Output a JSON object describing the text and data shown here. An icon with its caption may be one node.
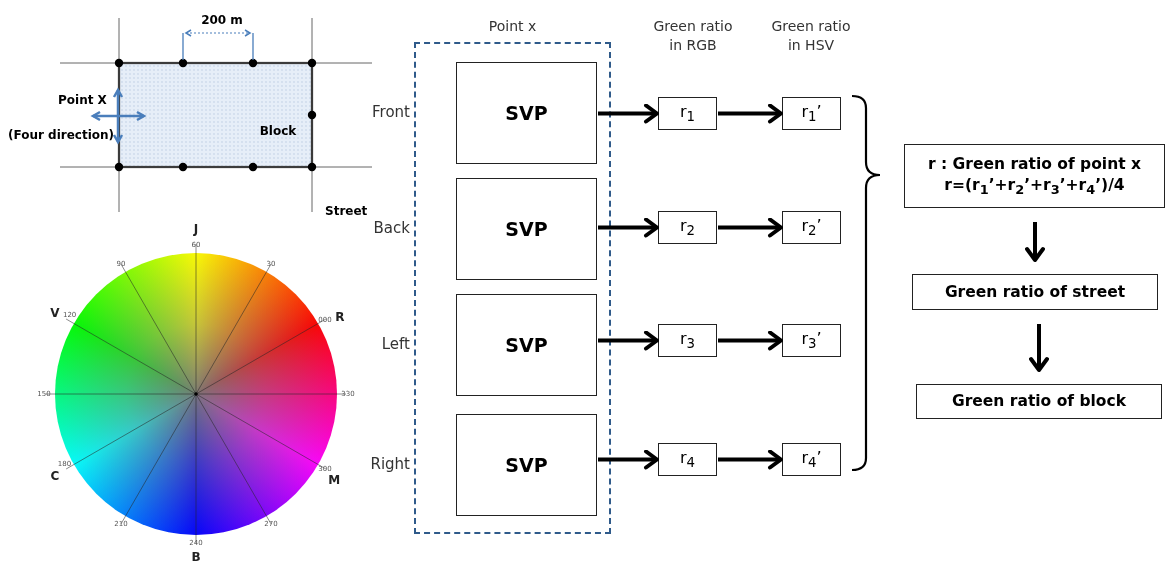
{
  "diagram": {
    "nodes": [
      {
        "text": [
          "Point x"
        ]
      },
      {
        "text": [
          "SVP"
        ],
        "in": 0,
        "beside": [
          "Front"
        ]
      },
      {
        "text": [
          "SVP"
        ],
        "in": 0,
        "beside": [
          "Back"
        ]
      },
      {
        "text": [
          "SVP"
        ],
        "in": 0,
        "beside": [
          "Left"
        ]
      },
      {
        "text": [
          "SVP"
        ],
        "in": 0,
        "beside": [
          "Right"
        ]
      },
      {
        "text": [
          "r$_{1}$"
        ]
      },
      {
        "text": [
          "r$_{1}$’"
        ]
      },
      {
        "text": [
          "r$_{2}$"
        ]
      },
      {
        "text": [
          "r$_{2}$’"
        ]
      },
      {
        "text": [
          "r$_{3}$"
        ]
      },
      {
        "text": [
          "r$_{3}$’"
        ]
      },
      {
        "text": [
          "r$_{4}$"
        ]
      },
      {
        "text": [
          "r$_{4}$’"
        ]
      },
      {
        "text": [
          "r : Green ratio of point x",
          "r=(r$_{1}$’+r$_{2}$’+r$_{3}$’+r$_{4}$’)/4"
        ]
      },
      {
        "text": [
          "Green ratio of street"
        ]
      },
      {
        "text": [
          "Green ratio of block"
        ]
      }
    ],
    "edges": [
      {
        "from": 1,
        "to": 5,
        "arrow": "to"
      },
      {
        "from": 5,
        "to": 6,
        "arrow": "to"
      },
      {
        "from": 2,
        "to": 7,
        "arrow": "to"
      },
      {
        "from": 7,
        "to": 8,
        "arrow": "to"
      },
      {
        "from": 3,
        "to": 9,
        "arrow": "to"
      },
      {
        "from": 9,
        "to": 10,
        "arrow": "to"
      },
      {
        "from": 4,
        "to": 11,
        "arrow": "to"
      },
      {
        "from": 11,
        "to": 12,
        "arrow": "to"
      },
      {
        "from": 13,
        "to": 14,
        "arrow": "to"
      },
      {
        "from": 14,
        "to": 15,
        "arrow": "to"
      }
    ],
    "labels": [
      "200 m",
      "Point X",
      "(Four direction)",
      "Block",
      "Street",
      "J",
      "60",
      "90",
      "30",
      "V",
      "120",
      "000",
      "R",
      "150",
      "330",
      "C",
      "180",
      "300",
      "M",
      "210",
      "270",
      "240",
      "B",
      "Green ratio in RGB",
      "Green ratio in HSV"
    ]
  }
}
